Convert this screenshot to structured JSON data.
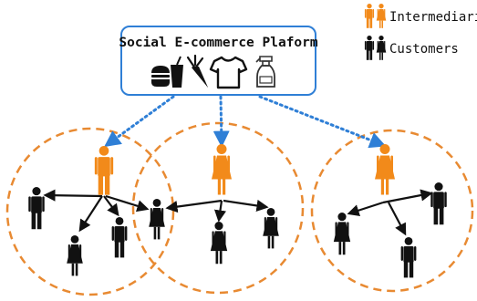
{
  "platform": {
    "title": "Social E-commerce Plaform",
    "product_icons": [
      "burger-drink-icon",
      "carrot-icon",
      "tshirt-icon",
      "spray-bottle-icon"
    ]
  },
  "legend": {
    "intermediaries_label": "Intermediaries",
    "customers_label": "Customers"
  },
  "colors": {
    "intermediary": "#f28a1a",
    "customer": "#111111",
    "platform_border": "#2f7fd6",
    "dotted_arrow": "#2f7fd6",
    "community_circle": "#e88a32"
  },
  "communities": [
    {
      "name": "community-left",
      "intermediary": "male",
      "customers": [
        "male",
        "female",
        "male",
        "female-shared"
      ]
    },
    {
      "name": "community-center",
      "intermediary": "female",
      "customers": [
        "female-shared",
        "female",
        "female"
      ]
    },
    {
      "name": "community-right",
      "intermediary": "female",
      "customers": [
        "male",
        "female",
        "male"
      ]
    }
  ]
}
